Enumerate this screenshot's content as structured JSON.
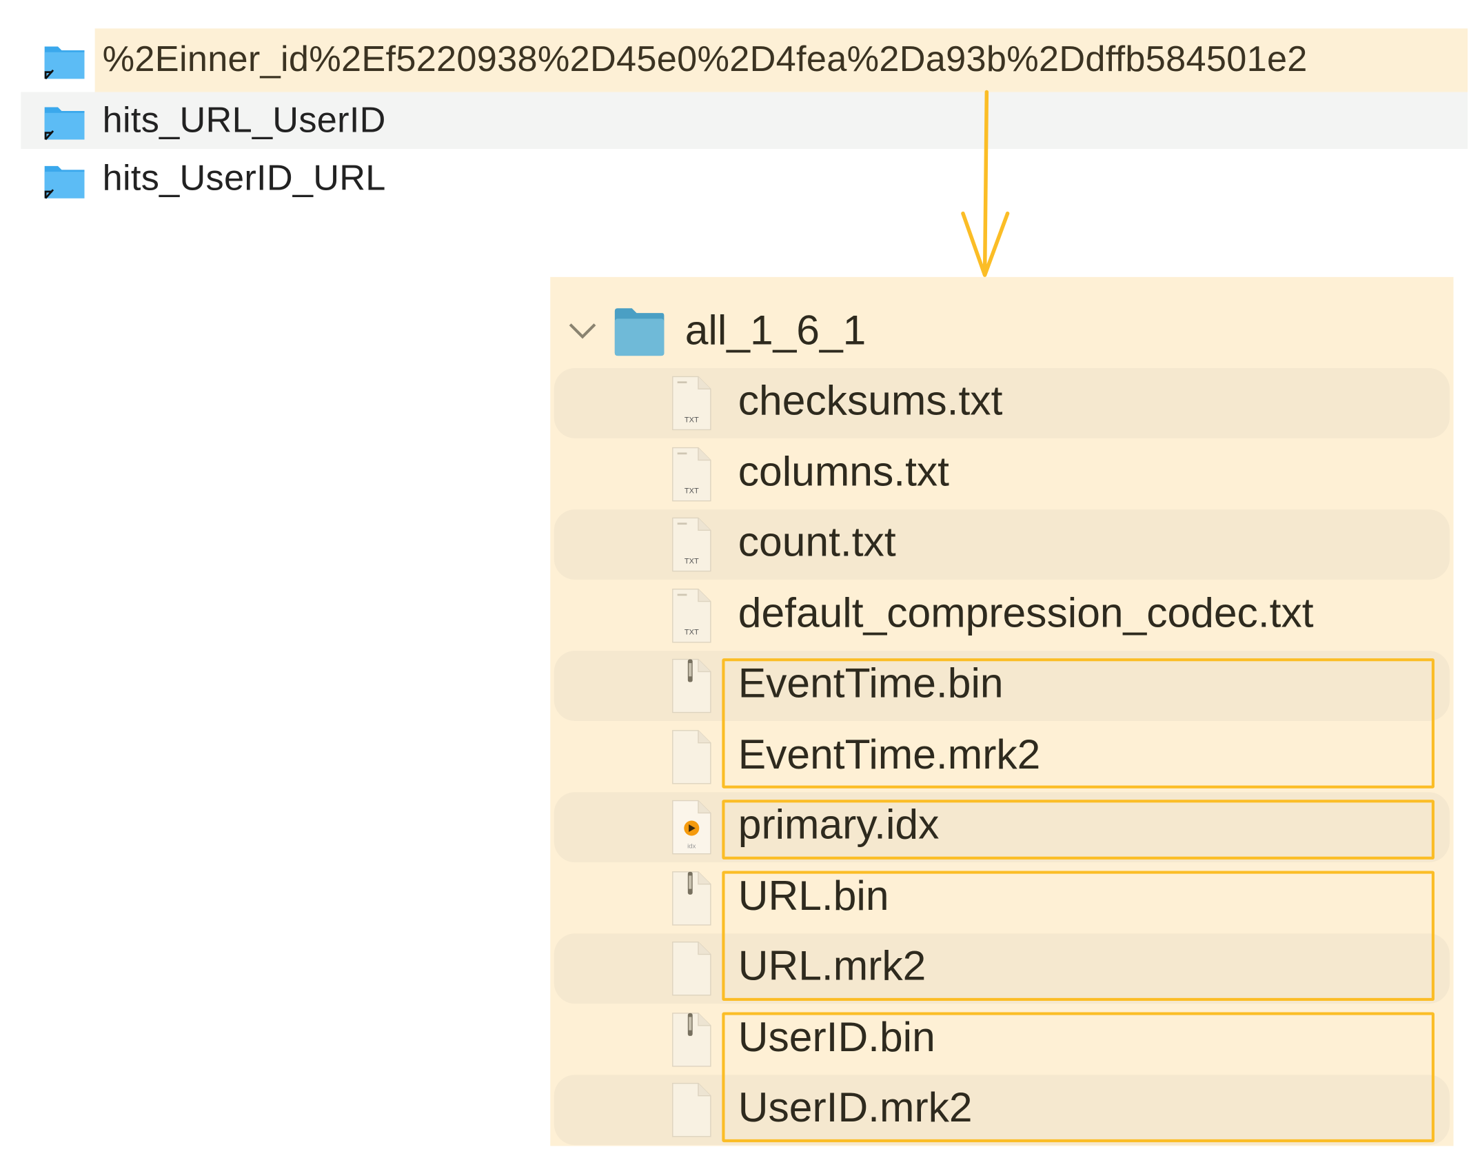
{
  "colors": {
    "highlight": "#fbbd26",
    "panel_bg": "#fef0d5",
    "stripe": "#f5e8cf",
    "selected_row": "#fdf0d6",
    "hover_row": "#f3f4f3",
    "folder_blue": "#3aa8ec"
  },
  "top_list": [
    {
      "name": "%2Einner_id%2Ef5220938%2D45e0%2D4fea%2Da93b%2Ddffb584501e2",
      "icon": "folder-alias-icon",
      "state": "highlighted"
    },
    {
      "name": "hits_URL_UserID",
      "icon": "folder-alias-icon",
      "state": "hover"
    },
    {
      "name": "hits_UserID_URL",
      "icon": "folder-alias-icon",
      "state": "normal"
    }
  ],
  "folder": {
    "name": "all_1_6_1",
    "expanded": true,
    "icon": "folder-icon",
    "toggle_icon": "chevron-down-icon"
  },
  "files": [
    {
      "name": "checksums.txt",
      "icon": "txt-file-icon",
      "badge": "TXT"
    },
    {
      "name": "columns.txt",
      "icon": "txt-file-icon",
      "badge": "TXT"
    },
    {
      "name": "count.txt",
      "icon": "txt-file-icon",
      "badge": "TXT"
    },
    {
      "name": "default_compression_codec.txt",
      "icon": "txt-file-icon",
      "badge": "TXT"
    },
    {
      "name": "EventTime.bin",
      "icon": "zip-file-icon"
    },
    {
      "name": "EventTime.mrk2",
      "icon": "blank-file-icon"
    },
    {
      "name": "primary.idx",
      "icon": "idx-file-icon",
      "badge": "idx"
    },
    {
      "name": "URL.bin",
      "icon": "zip-file-icon"
    },
    {
      "name": "URL.mrk2",
      "icon": "blank-file-icon"
    },
    {
      "name": "UserID.bin",
      "icon": "zip-file-icon"
    },
    {
      "name": "UserID.mrk2",
      "icon": "blank-file-icon"
    }
  ],
  "highlight_groups": [
    [
      "EventTime.bin",
      "EventTime.mrk2"
    ],
    [
      "primary.idx"
    ],
    [
      "URL.bin",
      "URL.mrk2"
    ],
    [
      "UserID.bin",
      "UserID.mrk2"
    ]
  ]
}
